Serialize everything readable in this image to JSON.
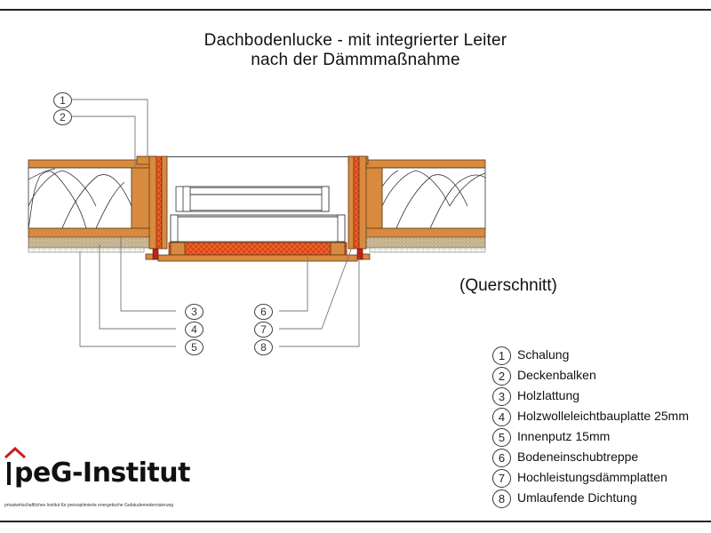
{
  "title_line1": "Dachbodenlucke - mit integrierter Leiter",
  "title_line2": "nach der Dämmmaßnahme",
  "view_label": "(Querschnitt)",
  "callouts": {
    "c1": "1",
    "c2": "2",
    "c3": "3",
    "c4": "4",
    "c5": "5",
    "c6": "6",
    "c7": "7",
    "c8": "8"
  },
  "legend": [
    {
      "num": "1",
      "label": "Schalung"
    },
    {
      "num": "2",
      "label": "Deckenbalken"
    },
    {
      "num": "3",
      "label": "Holzlattung"
    },
    {
      "num": "4",
      "label": "Holzwolleleichtbauplatte 25mm"
    },
    {
      "num": "5",
      "label": "Innenputz 15mm"
    },
    {
      "num": "6",
      "label": "Bodeneinschubtreppe"
    },
    {
      "num": "7",
      "label": "Hochleistungsdämmplatten"
    },
    {
      "num": "8",
      "label": "Umlaufende Dichtung"
    }
  ],
  "logo": {
    "name_part1": "peG-",
    "name_part2": "Institut",
    "tagline": "privatwirtschaftliches Institut für preisoptimierte energetische Gebäudemodernisierung"
  },
  "colors": {
    "wood": "#d98a3e",
    "insulation_board": "#e8541f",
    "wool_board": "#cdbb9a",
    "plaster": "#dfe7d8"
  }
}
